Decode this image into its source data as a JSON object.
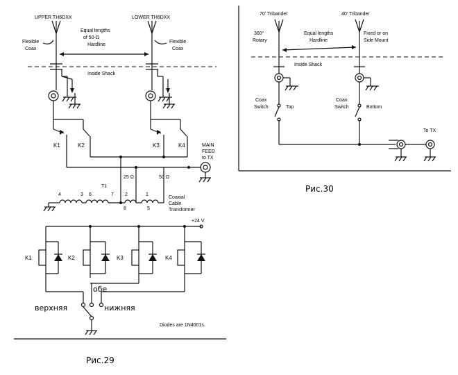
{
  "fig29": {
    "upper_antenna": "UPPER TH6DXX",
    "lower_antenna": "LOWER TH6DXX",
    "flexible_coax": "Flexible Coax",
    "equal_lengths": [
      "Equal lengths",
      "of 50-Ω",
      "Hardline"
    ],
    "inside_shack": "Inside Shack",
    "relays": [
      "K1",
      "K2",
      "K3",
      "K4"
    ],
    "main_feed": [
      "MAIN",
      "FEED",
      "to TX"
    ],
    "taps": [
      "25 Ω",
      "50 Ω"
    ],
    "transformer": "T1",
    "winding_numbers": [
      "4",
      "3",
      "6",
      "7",
      "2",
      "1",
      "8",
      "5"
    ],
    "transformer_label": [
      "Coaxial",
      "Cable",
      "Transformer"
    ],
    "supply": "+24 V",
    "switch_both": "обе",
    "switch_upper": "верхняя",
    "switch_lower": "нижняя",
    "diodes_note": "Diodes are 1N4001s.",
    "caption": "Рис.29"
  },
  "fig30": {
    "antenna_70": "70' Tribander",
    "antenna_40": "40' Tribander",
    "rotary": [
      "360°",
      "Rotary"
    ],
    "equal_lengths": [
      "Equal lengths",
      "Hardline"
    ],
    "side_mount": [
      "Fixed or on",
      "Side Mount"
    ],
    "inside_shack": "Inside Shack",
    "coax_switch": [
      "Coax",
      "Switch"
    ],
    "top": "Top",
    "bottom": "Bottom",
    "to_tx": "To TX",
    "caption": "Рис.30"
  }
}
